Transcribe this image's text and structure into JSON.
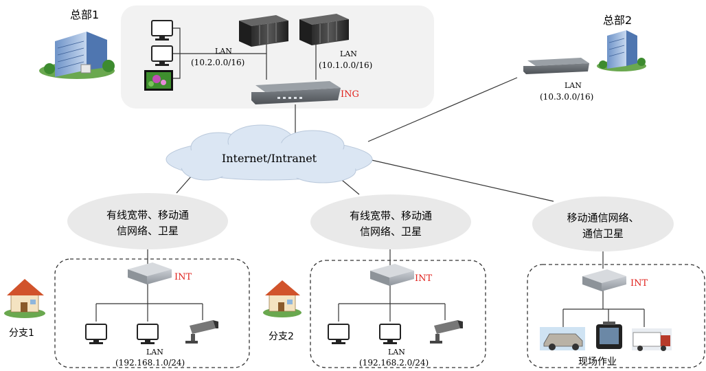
{
  "headquarters1": {
    "label": "总部1",
    "lan_a": {
      "label": "LAN",
      "subnet": "(10.2.0.0/16)"
    },
    "lan_b": {
      "label": "LAN",
      "subnet": "(10.1.0.0/16)"
    },
    "gateway_label": "ING"
  },
  "headquarters2": {
    "label": "总部2",
    "lan": {
      "label": "LAN",
      "subnet": "(10.3.0.0/16)"
    }
  },
  "cloud_label": "Internet/Intranet",
  "links": {
    "branch1_link": [
      "有线宽带、移动通",
      "信网络、卫星"
    ],
    "branch2_link": [
      "有线宽带、移动通",
      "信网络、卫星"
    ],
    "field_link": [
      "移动通信网络、",
      "通信卫星"
    ]
  },
  "branch1": {
    "label": "分支1",
    "device_label": "INT",
    "lan": {
      "label": "LAN",
      "subnet": "(192.168.1.0/24)"
    }
  },
  "branch2": {
    "label": "分支2",
    "device_label": "INT",
    "lan": {
      "label": "LAN",
      "subnet": "(192.168.2.0/24)"
    }
  },
  "field": {
    "label": "现场作业",
    "device_label": "INT"
  },
  "colors": {
    "accent_red": "#e0201b",
    "panel_bg": "#f2f2f2",
    "cloud": "#dbe6f3",
    "ellipse": "#e9e9e9"
  }
}
